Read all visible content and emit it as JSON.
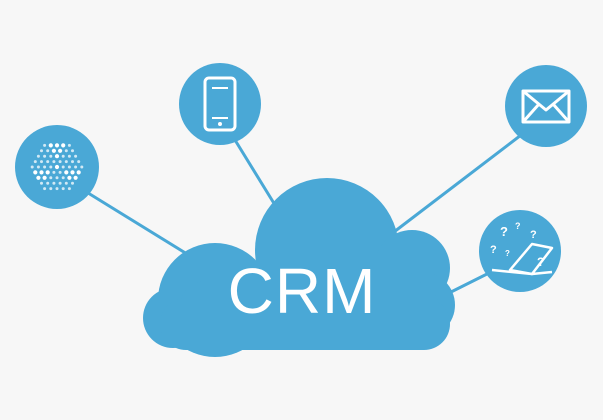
{
  "cloud": {
    "label": "CRM"
  },
  "nodes": [
    {
      "id": "network",
      "icon": "network-hexagon-icon"
    },
    {
      "id": "mobile",
      "icon": "smartphone-icon"
    },
    {
      "id": "email",
      "icon": "envelope-icon"
    },
    {
      "id": "support",
      "icon": "laptop-question-icon"
    }
  ],
  "colors": {
    "background": "#f7f7f7",
    "accent": "#4aa8d6",
    "icon": "#ffffff"
  }
}
